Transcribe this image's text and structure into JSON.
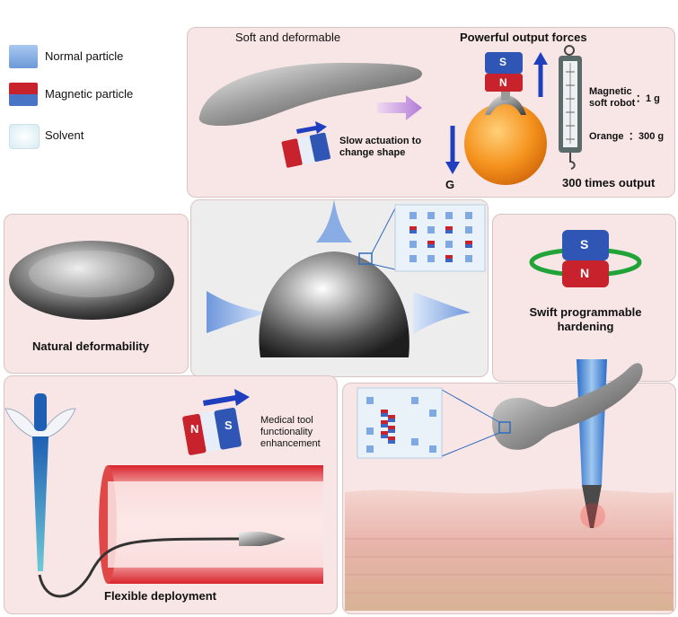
{
  "legend": {
    "items": [
      {
        "label": "Normal particle",
        "icon": "normal-particle-icon"
      },
      {
        "label": "Magnetic particle",
        "icon": "magnetic-particle-icon"
      },
      {
        "label": "Solvent",
        "icon": "solvent-icon"
      }
    ]
  },
  "top_panel": {
    "left_title": "Soft and deformable",
    "right_title": "Powerful output forces",
    "magnet_s": "S",
    "magnet_n": "N",
    "actuation_caption": "Slow actuation to change shape",
    "gravity_label": "G",
    "robot_mass_label": "Magnetic soft robot",
    "robot_mass_value": "：1 g",
    "orange_label": "Orange",
    "orange_value": "：300 g",
    "output_caption": "300 times output"
  },
  "left_panel": {
    "caption": "Natural deformability"
  },
  "bottom_left_panel": {
    "magnet_n": "N",
    "magnet_s": "S",
    "medical_caption": "Medical tool functionality enhancement",
    "deploy_caption": "Flexible deployment"
  },
  "right_panel": {
    "magnet_s": "S",
    "magnet_n": "N",
    "hardening_caption": "Swift programmable hardening"
  },
  "colors": {
    "pink_panel": "#f8e6e6",
    "grey_panel": "#ededed",
    "arrow_blue": "#1f3fbf",
    "magnet_red": "#c8232c",
    "magnet_blue": "#2f55b5",
    "particle_blue": "#8fb6e8",
    "orange": "#f5931e"
  }
}
